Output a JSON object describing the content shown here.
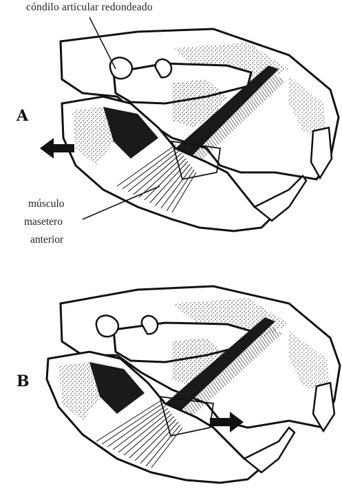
{
  "labels": {
    "condyle": "cóndilo articular redondeado",
    "muscle_line1": "músculo",
    "muscle_line2": "masetero",
    "muscle_line3": "anterior"
  },
  "panels": [
    {
      "letter": "A",
      "arrow": "left-arrow-icon"
    },
    {
      "letter": "B",
      "arrow": "right-arrow-icon"
    }
  ]
}
